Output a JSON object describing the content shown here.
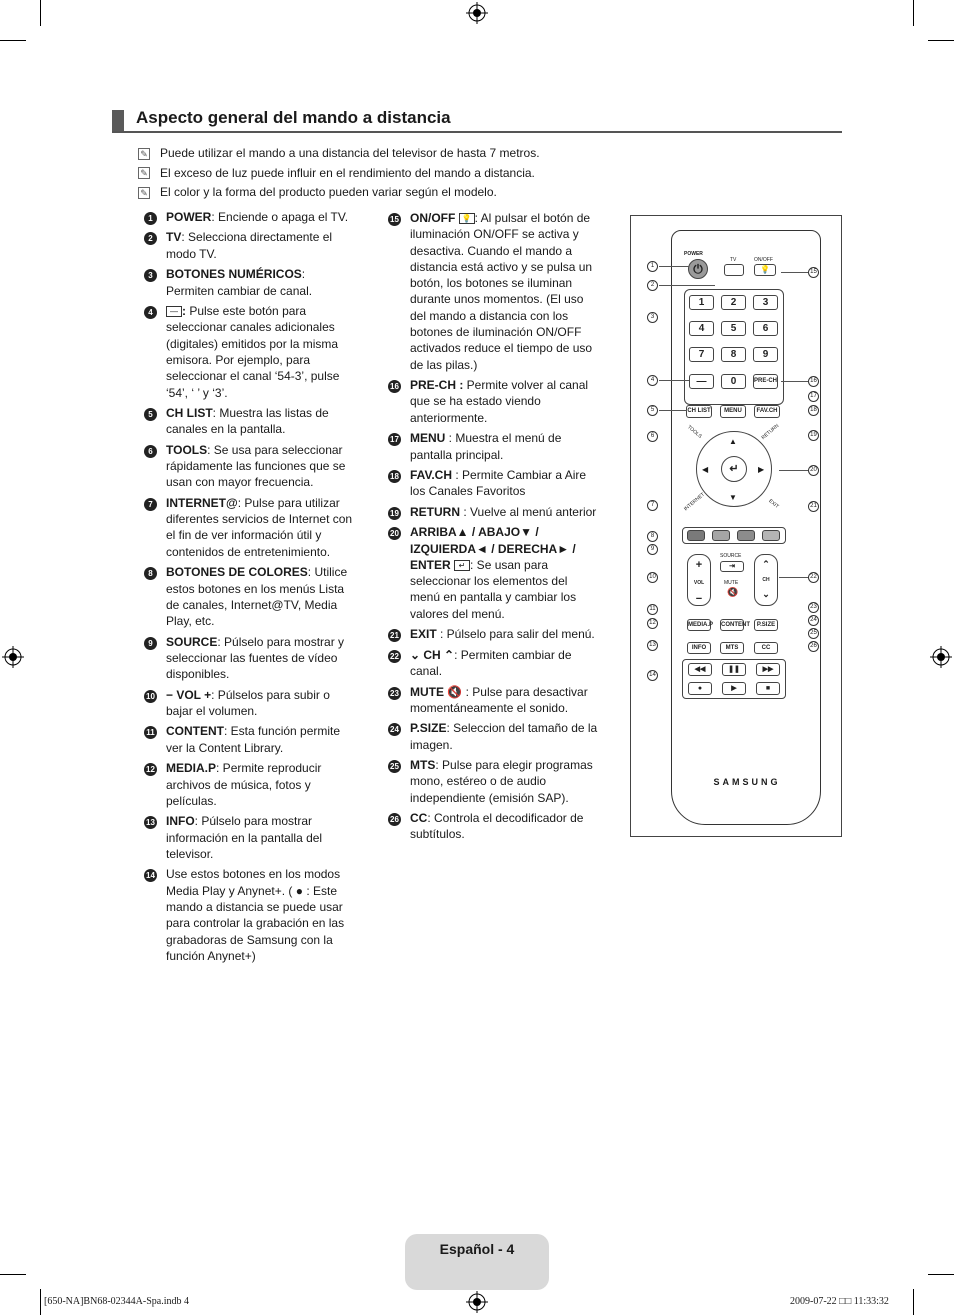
{
  "title": "Aspecto general del mando a distancia",
  "notes": [
    "Puede utilizar el mando a una distancia del televisor de hasta 7 metros.",
    "El exceso de luz puede influir en el rendimiento del mando a distancia.",
    "El color y la forma del producto pueden variar según el modelo."
  ],
  "items_left": [
    {
      "n": "1",
      "label": "POWER",
      "text": ": Enciende o apaga el TV."
    },
    {
      "n": "2",
      "label": "TV",
      "text": ": Selecciona directamente el modo TV."
    },
    {
      "n": "3",
      "label": "BOTONES NUMÉRICOS",
      "text": ": Permiten cambiar de canal."
    },
    {
      "n": "4",
      "label": ":",
      "text": " Pulse este botón para seleccionar canales adicionales (digitales) emitidos por la misma emisora. Por ejemplo, para seleccionar el canal ‘54-3’, pulse ‘54’, ‘ ’ y ‘3’."
    },
    {
      "n": "5",
      "label": "CH LIST",
      "text": ": Muestra las listas de canales en la pantalla."
    },
    {
      "n": "6",
      "label": "TOOLS",
      "text": ": Se usa para seleccionar rápidamente las funciones que se usan con mayor frecuencia."
    },
    {
      "n": "7",
      "label": "INTERNET@",
      "text": ": Pulse para utilizar diferentes servicios de Internet con el fin de ver información útil y contenidos de entretenimiento."
    },
    {
      "n": "8",
      "label": "BOTONES DE COLORES",
      "text": ": Utilice estos botones en los menús Lista de canales, Internet@TV, Media Play, etc."
    },
    {
      "n": "9",
      "label": "SOURCE",
      "text": ": Púlselo para mostrar y seleccionar las fuentes de vídeo disponibles."
    },
    {
      "n": "10",
      "label": "− VOL +",
      "text": ": Púlselos para subir o bajar el volumen."
    },
    {
      "n": "11",
      "label": "CONTENT",
      "text": ": Esta función permite ver la Content Library."
    },
    {
      "n": "12",
      "label": "MEDIA.P",
      "text": ": Permite reproducir archivos de música, fotos y películas."
    },
    {
      "n": "13",
      "label": "INFO",
      "text": ": Púlselo para mostrar información en la pantalla del televisor."
    },
    {
      "n": "14",
      "label": "",
      "text": "Use estos botones en los modos Media Play y Anynet+. ( ● : Este mando a distancia se puede usar para controlar la grabación en las grabadoras de Samsung con la función Anynet+)"
    }
  ],
  "items_right": [
    {
      "n": "15",
      "label": "ON/OFF",
      "text": ": Al pulsar el botón de iluminación ON/OFF se activa y desactiva. Cuando el mando a distancia está activo y se pulsa un botón, los botones se iluminan durante unos momentos. (El uso del mando a distancia con los botones de iluminación ON/OFF activados reduce el tiempo de uso de las pilas.)"
    },
    {
      "n": "16",
      "label": "PRE-CH :",
      "text": " Permite volver al canal que se ha estado viendo anteriormente."
    },
    {
      "n": "17",
      "label": "MENU",
      "text": " : Muestra el menú de pantalla principal."
    },
    {
      "n": "18",
      "label": "FAV.CH",
      "text": " : Permite Cambiar a Aire los Canales Favoritos"
    },
    {
      "n": "19",
      "label": "RETURN",
      "text": " : Vuelve al menú anterior"
    },
    {
      "n": "20",
      "label": "ARRIBA▲ / ABAJO▼ / IZQUIERDA◄ / DERECHA► / ENTER",
      "text": ": Se usan para seleccionar los elementos del menú en pantalla y cambiar los valores del menú."
    },
    {
      "n": "21",
      "label": "EXIT",
      "text": " : Púlselo para salir del menú."
    },
    {
      "n": "22",
      "label": "⌄ CH ⌃",
      "text": ": Permiten cambiar de canal."
    },
    {
      "n": "23",
      "label": "MUTE",
      "text": " : Pulse para desactivar momentáneamente el sonido."
    },
    {
      "n": "24",
      "label": "P.SIZE",
      "text": ": Seleccion del tamaño de la imagen."
    },
    {
      "n": "25",
      "label": "MTS",
      "text": ": Pulse para elegir programas mono, estéreo o de audio independiente (emisión SAP)."
    },
    {
      "n": "26",
      "label": "CC",
      "text": ": Controla el decodificador de subtítulos."
    }
  ],
  "remote": {
    "power": "POWER",
    "tv": "TV",
    "onoff": "ON/OFF",
    "digits": [
      "1",
      "2",
      "3",
      "4",
      "5",
      "6",
      "7",
      "8",
      "9"
    ],
    "zero": "0",
    "prech": "PRE-CH",
    "chlist": "CH LIST",
    "menu": "MENU",
    "favch": "FAV.CH",
    "tools": "TOOLS",
    "return": "RETURN",
    "internet": "INTERNET",
    "exit": "EXIT",
    "source": "SOURCE",
    "vol": "VOL",
    "mute": "MUTE",
    "ch": "CH",
    "mediap": "MEDIA.P",
    "content": "CONTENT",
    "psize": "P.SIZE",
    "info": "INFO",
    "mts": "MTS",
    "cc": "CC",
    "brand": "SAMSUNG",
    "colors": [
      "#7a7a7a",
      "#a5a5a5",
      "#8c8c8c",
      "#b5b5b5"
    ]
  },
  "footer": {
    "page_label": "Español - 4",
    "slug_left": "[650-NA]BN68-02344A-Spa.indb   4",
    "slug_right": "2009-07-22   □□ 11:33:32"
  }
}
